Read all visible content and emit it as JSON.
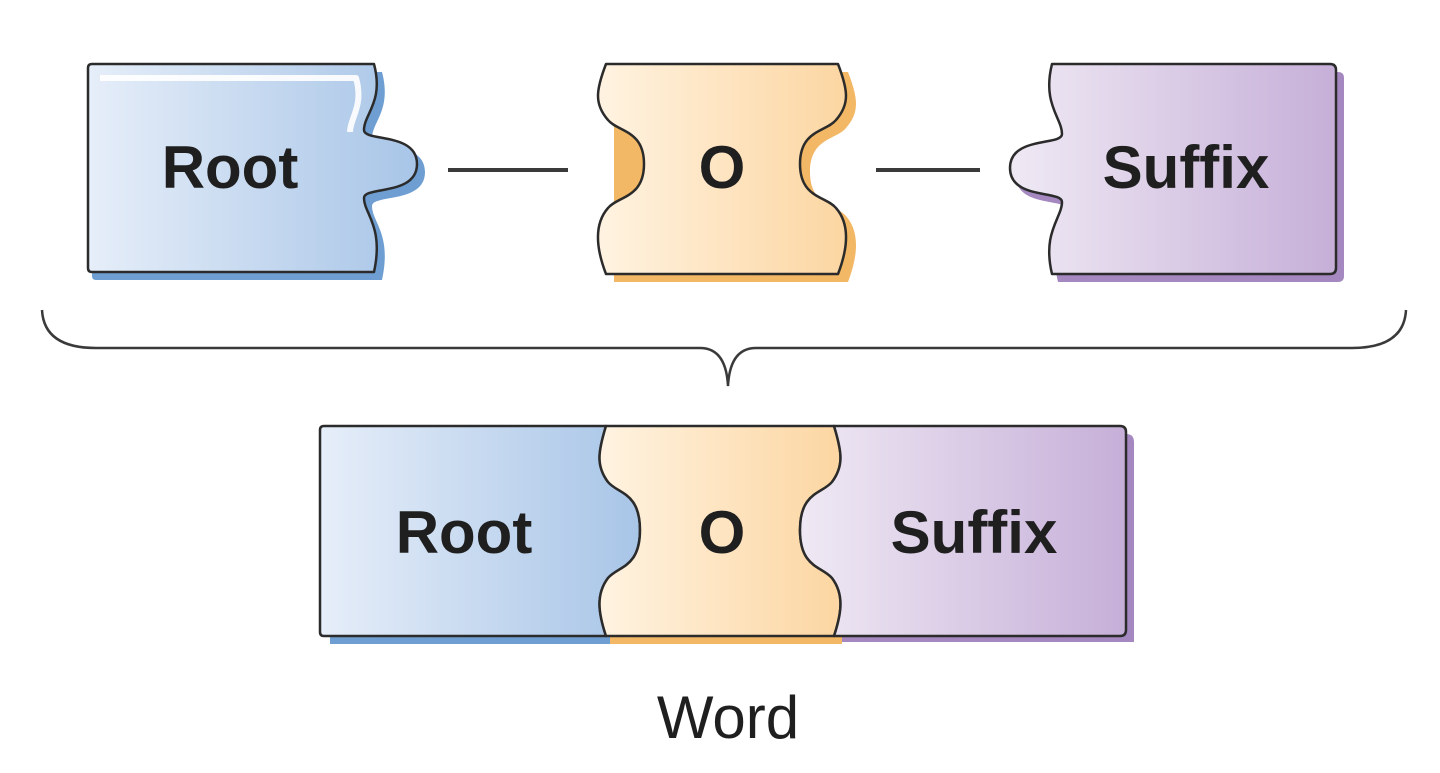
{
  "pieces_separate": [
    {
      "label": "Root",
      "color_light": "#e3ecf8",
      "color_dark": "#a9c6e6",
      "edge": "#6f9fd2"
    },
    {
      "label": "O",
      "color_light": "#fff1dc",
      "color_dark": "#fdd9a8",
      "edge": "#f2b865"
    },
    {
      "label": "Suffix",
      "color_light": "#ede6f2",
      "color_dark": "#c9b3d9",
      "edge": "#a488bf"
    }
  ],
  "pieces_combined": [
    {
      "label": "Root"
    },
    {
      "label": "O"
    },
    {
      "label": "Suffix"
    }
  ],
  "caption": "Word"
}
